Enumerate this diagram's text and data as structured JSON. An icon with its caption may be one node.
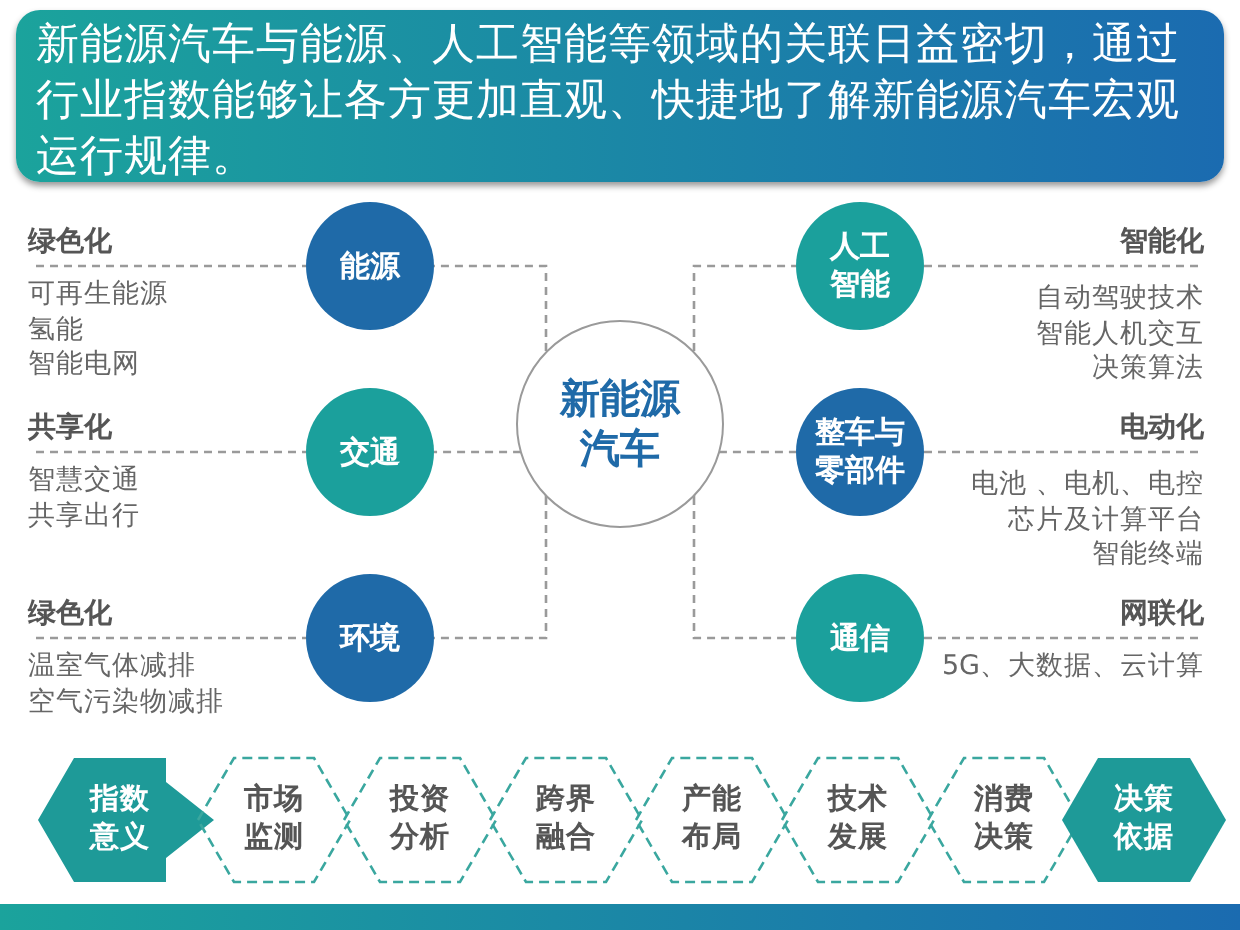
{
  "diagram": {
    "title": "新能源汽车与能源、人工智能等领域的关联日益密切，通过行业指数能够让各方更加直观、快捷地了解新能源汽车宏观运行规律。",
    "nodes": [
      {
        "text": [
          "新能源汽车"
        ]
      },
      {
        "text": [
          "能源"
        ],
        "beside": [
          "绿色化",
          "可再生能源",
          "氢能",
          "智能电网"
        ]
      },
      {
        "text": [
          "交通"
        ],
        "beside": [
          "共享化",
          "智慧交通",
          "共享出行"
        ]
      },
      {
        "text": [
          "环境"
        ],
        "beside": [
          "绿色化",
          "温室气体减排",
          "空气污染物减排"
        ]
      },
      {
        "text": [
          "人工智能"
        ],
        "beside": [
          "智能化",
          "自动驾驶技术",
          "智能人机交互",
          "决策算法"
        ]
      },
      {
        "text": [
          "整车与零部件"
        ],
        "beside": [
          "电动化",
          "电池 、电机、电控",
          "芯片及计算平台",
          "智能终端"
        ]
      },
      {
        "text": [
          "通信"
        ],
        "beside": [
          "网联化",
          "5G、大数据、云计算"
        ]
      },
      {
        "text": [
          "指数意义"
        ]
      },
      {
        "text": [
          "市场监测"
        ]
      },
      {
        "text": [
          "投资分析"
        ]
      },
      {
        "text": [
          "跨界融合"
        ]
      },
      {
        "text": [
          "产能布局"
        ]
      },
      {
        "text": [
          "技术发展"
        ]
      },
      {
        "text": [
          "消费决策"
        ]
      },
      {
        "text": [
          "决策依据"
        ]
      }
    ],
    "edges": [
      {
        "from": 0,
        "to": 1,
        "arrow": "none"
      },
      {
        "from": 0,
        "to": 2,
        "arrow": "none"
      },
      {
        "from": 0,
        "to": 3,
        "arrow": "none"
      },
      {
        "from": 0,
        "to": 4,
        "arrow": "none"
      },
      {
        "from": 0,
        "to": 5,
        "arrow": "none"
      },
      {
        "from": 0,
        "to": 6,
        "arrow": "none"
      }
    ]
  }
}
